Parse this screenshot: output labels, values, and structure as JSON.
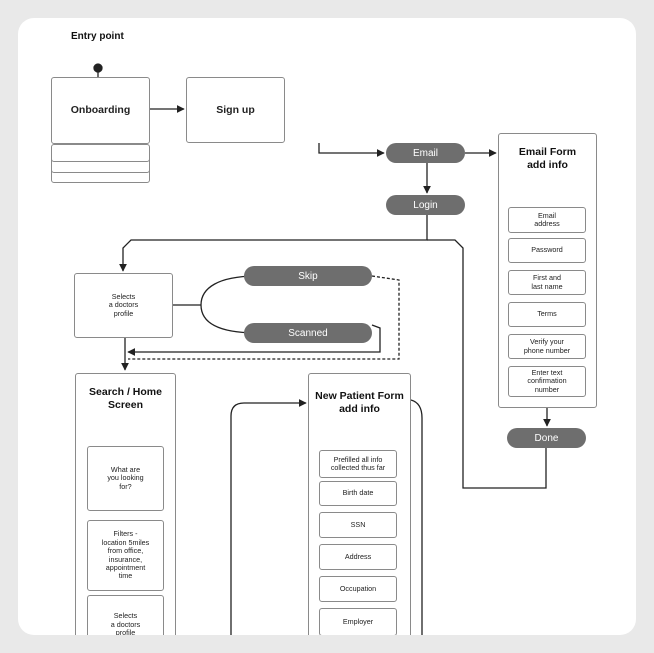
{
  "entry_label": "Entry point",
  "onboarding": "Onboarding",
  "signup": "Sign up",
  "email": "Email",
  "login": "Login",
  "email_form": {
    "title": "Email Form\nadd info",
    "fields": [
      "Email\naddress",
      "Password",
      "First and\nlast name",
      "Terms",
      "Verify your\nphone number",
      "Enter text\nconfirmation\nnumber"
    ],
    "done": "Done"
  },
  "selects_profile": "Selects\na doctors\nprofile",
  "skip": "Skip",
  "scanned": "Scanned",
  "search_home": {
    "title": "Search / Home\nScreen",
    "items": [
      "What are\nyou looking\nfor?",
      "Filters -\nlocation 5miles\nfrom office,\ninsurance,\nappointment\ntime",
      "Selects\na doctors\nprofile"
    ]
  },
  "new_patient": {
    "title": "New Patient Form\nadd info",
    "fields": [
      "Prefilled all info\ncollected thus far",
      "Birth date",
      "SSN",
      "Address",
      "Occupation",
      "Employer"
    ]
  }
}
